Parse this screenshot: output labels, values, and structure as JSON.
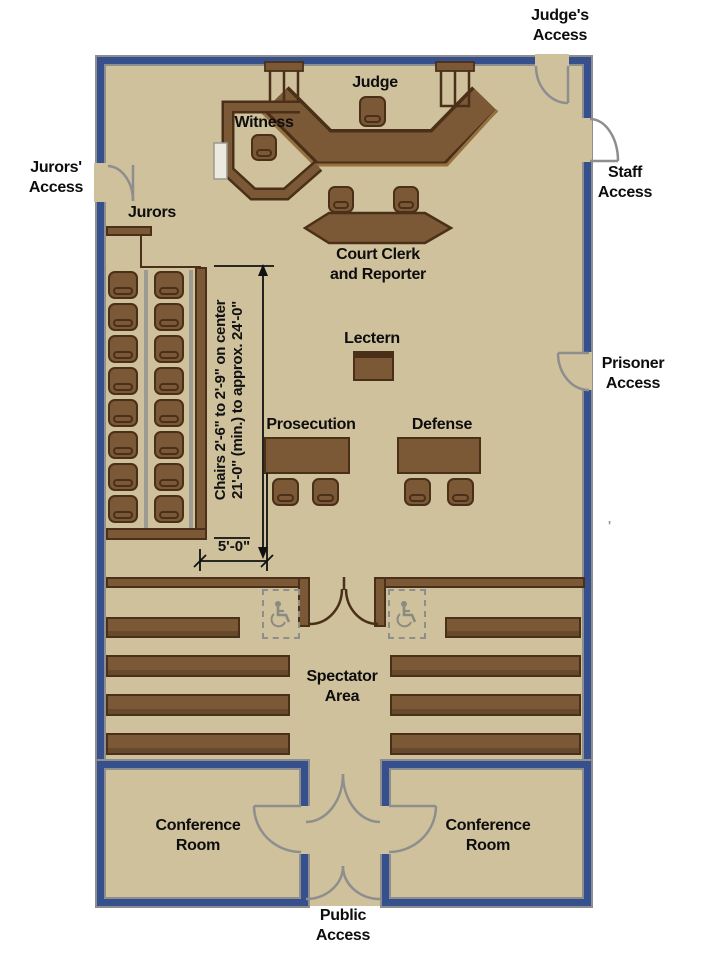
{
  "diagram": {
    "title": "Courtroom floor plan",
    "type": "architectural plan"
  },
  "colors": {
    "floor": "#cfc19b",
    "wall": "#35508c",
    "wall_outline": "#8e8e8e",
    "furniture": "#7b5836",
    "furniture_dark": "#4a3018",
    "door_swing": "#8e8e8e",
    "rail_gray": "#9b9b93",
    "text": "#0d0d0d"
  },
  "access_labels": {
    "judges": [
      "Judge's",
      "Access"
    ],
    "staff": [
      "Staff",
      "Access"
    ],
    "jurors": [
      "Jurors'",
      "Access"
    ],
    "prisoner": [
      "Prisoner",
      "Access"
    ],
    "public": [
      "Public",
      "Access"
    ]
  },
  "room_labels": {
    "judge": "Judge",
    "witness": "Witness",
    "jurors": "Jurors",
    "court_clerk": [
      "Court Clerk",
      "and Reporter"
    ],
    "lectern": "Lectern",
    "prosecution": "Prosecution",
    "defense": "Defense",
    "spectator": [
      "Spectator",
      "Area"
    ],
    "conference_left": [
      "Conference",
      "Room"
    ],
    "conference_right": [
      "Conference",
      "Room"
    ]
  },
  "dimension_notes": {
    "chairs_spacing": "Chairs 2'-6\" to 2'-9\" on center",
    "jury_box_depth": "21'-0\" (min.) to approx. 24'-0\"",
    "aisle_width": "5'-0\""
  },
  "icons": {
    "wheelchair_left": "wheelchair-symbol",
    "wheelchair_right": "wheelchair-symbol"
  },
  "stray_mark": "'"
}
